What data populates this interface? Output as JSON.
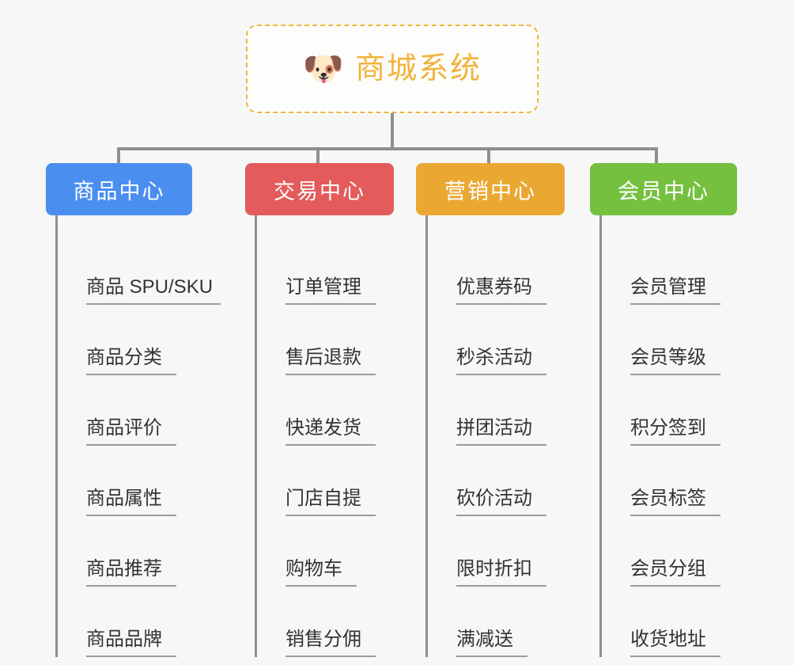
{
  "root": {
    "icon": "shiba-dog-face-emoji",
    "icon_glyph": "🐶",
    "title": "商城系统",
    "border_color": "#f0b340",
    "text_color": "#f2b33c"
  },
  "canvas": {
    "background": "#f7f7f7",
    "connector_color": "#8f8f8f",
    "leaf_underline_color": "#9a9a9a",
    "leaf_text_color": "#333333"
  },
  "columns": [
    {
      "header": "商品中心",
      "color": "#4a8ef0",
      "items": [
        "商品 SPU/SKU",
        "商品分类",
        "商品评价",
        "商品属性",
        "商品推荐",
        "商品品牌"
      ]
    },
    {
      "header": "交易中心",
      "color": "#e35b5b",
      "items": [
        "订单管理",
        "售后退款",
        "快递发货",
        "门店自提",
        "购物车",
        "销售分佣"
      ]
    },
    {
      "header": "营销中心",
      "color": "#eaa833",
      "items": [
        "优惠券码",
        "秒杀活动",
        "拼团活动",
        "砍价活动",
        "限时折扣",
        "满减送"
      ]
    },
    {
      "header": "会员中心",
      "color": "#76c040",
      "items": [
        "会员管理",
        "会员等级",
        "积分签到",
        "会员标签",
        "会员分组",
        "收货地址"
      ]
    }
  ]
}
